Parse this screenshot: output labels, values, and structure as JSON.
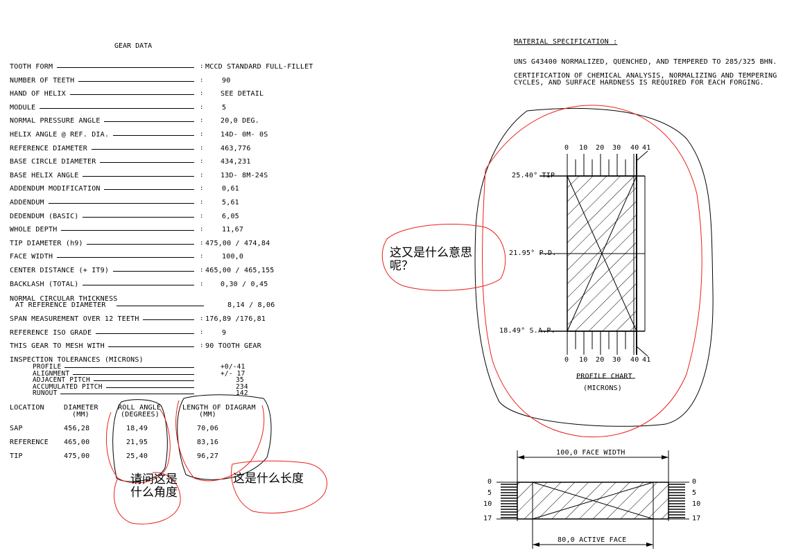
{
  "gear_data": {
    "title": "GEAR DATA",
    "rows": [
      {
        "label": "TOOTH FORM",
        "value": "MCCD STANDARD FULL-FILLET"
      },
      {
        "label": "NUMBER OF TEETH",
        "value": "90"
      },
      {
        "label": "HAND OF HELIX",
        "value": "SEE DETAIL"
      },
      {
        "label": "MODULE",
        "value": "5"
      },
      {
        "label": "NORMAL PRESSURE ANGLE",
        "value": "20,0 DEG."
      },
      {
        "label": "HELIX ANGLE @ REF. DIA.",
        "value": "14D- 0M- 0S"
      },
      {
        "label": "REFERENCE DIAMETER",
        "value": "463,776"
      },
      {
        "label": "BASE CIRCLE DIAMETER",
        "value": "434,231"
      },
      {
        "label": "BASE HELIX ANGLE",
        "value": "13D- 8M-24S"
      },
      {
        "label": "ADDENDUM MODIFICATION",
        "value": "0,61"
      },
      {
        "label": "ADDENDUM",
        "value": "5,61"
      },
      {
        "label": "DEDENDUM (BASIC)",
        "value": "6,05"
      },
      {
        "label": "WHOLE DEPTH",
        "value": "11,67"
      },
      {
        "label": "TIP DIAMETER (h9)",
        "value": "475,00 / 474,84"
      },
      {
        "label": "FACE WIDTH",
        "value": "100,0"
      },
      {
        "label": "CENTER DISTANCE (+ IT9)",
        "value": "465,00 / 465,155"
      },
      {
        "label": "BACKLASH (TOTAL)",
        "value": "0,30 / 0,45"
      }
    ],
    "circ_thickness": {
      "label1": "NORMAL CIRCULAR THICKNESS",
      "label2": "AT REFERENCE DIAMETER",
      "value": "8,14 / 8,06"
    },
    "rows2": [
      {
        "label": "SPAN MEASUREMENT OVER 12 TEETH",
        "value": "176,89 /176,81"
      },
      {
        "label": "REFERENCE ISO GRADE",
        "value": "9"
      },
      {
        "label": "THIS GEAR TO MESH WITH",
        "value": "90 TOOTH GEAR"
      }
    ],
    "inspection": {
      "title": "INSPECTION TOLERANCES (MICRONS)",
      "rows": [
        {
          "label": "PROFILE",
          "value": "+0/-41"
        },
        {
          "label": "ALIGNMENT",
          "value": "+/- 17"
        },
        {
          "label": "ADJACENT PITCH",
          "value": "35"
        },
        {
          "label": "ACCUMULATED PITCH",
          "value": "234"
        },
        {
          "label": "RUNOUT",
          "value": "142"
        }
      ]
    },
    "location_table": {
      "headers": [
        "LOCATION",
        "DIAMETER",
        "ROLL ANGLE",
        "LENGTH OF DIAGRAM"
      ],
      "subheaders": [
        "",
        "(MM)",
        "(DEGREES)",
        "(MM)"
      ],
      "rows": [
        [
          "SAP",
          "456,28",
          "18,49",
          "70,06"
        ],
        [
          "REFERENCE",
          "465,00",
          "21,95",
          "83,16"
        ],
        [
          "TIP",
          "475,00",
          "25,40",
          "96,27"
        ]
      ]
    }
  },
  "material": {
    "title": "MATERIAL SPECIFICATION :",
    "line1": "UNS G43400 NORMALIZED, QUENCHED, AND TEMPERED TO 285/325 BHN.",
    "line2": "CERTIFICATION OF CHEMICAL ANALYSIS, NORMALIZING AND TEMPERING",
    "line3": "CYCLES, AND SURFACE HARDNESS IS REQUIRED FOR EACH FORGING."
  },
  "profile_chart": {
    "scale_labels": [
      "0",
      "10",
      "20",
      "30",
      "40",
      "41"
    ],
    "tip_label": "25.40° TIP",
    "pd_label": "21.95° P.D.",
    "sap_label": "18.49° S.A.P.",
    "title": "PROFILE CHART",
    "subtitle": "(MICRONS)"
  },
  "lead_chart": {
    "face_width": "100,0 FACE WIDTH",
    "active_face": "80,0 ACTIVE FACE",
    "scale_labels": [
      "0",
      "5",
      "10",
      "17"
    ]
  },
  "annotations": {
    "q_profile": "这又是什么意思呢？",
    "q_angle": "请问这是什么角度",
    "q_length": "这是什么长度"
  },
  "colors": {
    "ink": "#000000",
    "markup": "#e8201a"
  }
}
